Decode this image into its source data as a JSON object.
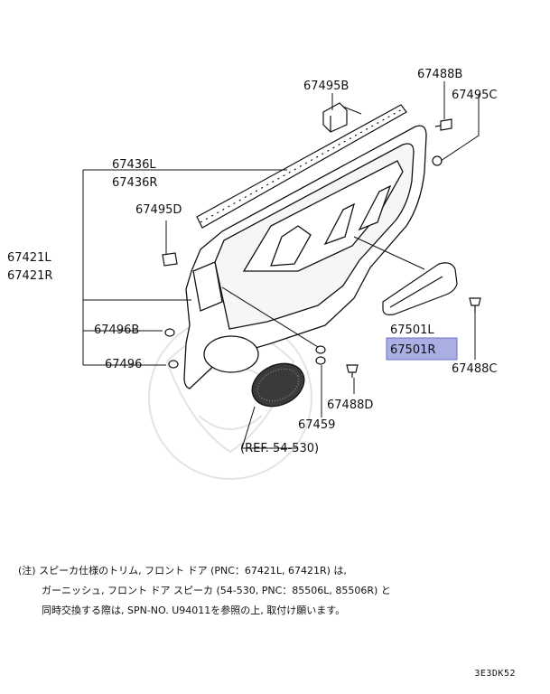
{
  "parts": [
    {
      "id": "p67488B",
      "text": "67488B"
    },
    {
      "id": "p67495B",
      "text": "67495B"
    },
    {
      "id": "p67495C",
      "text": "67495C"
    },
    {
      "id": "p67436L",
      "text": "67436L"
    },
    {
      "id": "p67436R",
      "text": "67436R"
    },
    {
      "id": "p67495D",
      "text": "67495D"
    },
    {
      "id": "p67421L",
      "text": "67421L"
    },
    {
      "id": "p67421R",
      "text": "67421R"
    },
    {
      "id": "p67496B",
      "text": "67496B"
    },
    {
      "id": "p67496",
      "text": "67496"
    },
    {
      "id": "p67501L",
      "text": "67501L"
    },
    {
      "id": "p67501R",
      "text": "67501R",
      "highlighted": true
    },
    {
      "id": "p67488C",
      "text": "67488C"
    },
    {
      "id": "p67488D",
      "text": "67488D"
    },
    {
      "id": "p67459",
      "text": "67459"
    },
    {
      "id": "ref",
      "text": "(REF. 54-530)"
    }
  ],
  "highlight_color": "#a9aee3",
  "note": {
    "line1": "(注) スピーカ仕様のトリム, フロント ドア (PNC：67421L, 67421R) は,",
    "line2": "ガーニッシュ, フロント ドア スピーカ (54-530, PNC：85506L, 85506R) と",
    "line3": "同時交換する際は, SPN-NO. U94011を参照の上, 取付け願います。"
  },
  "drawing_code": "3E3DK52"
}
